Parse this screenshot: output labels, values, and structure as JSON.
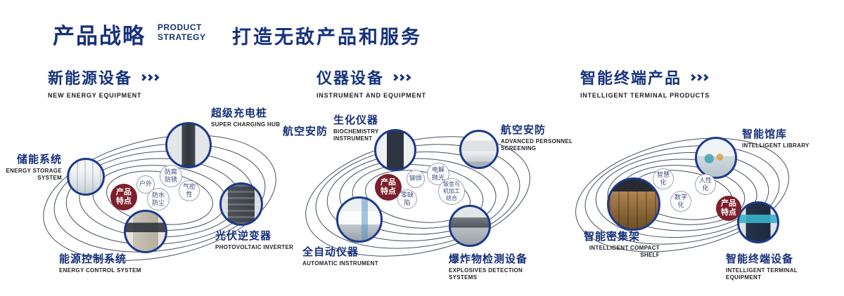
{
  "header": {
    "title": "产品战略",
    "subtitle_line1": "PRODUCT",
    "subtitle_line2": "STRATEGY",
    "tagline": "打造无敌产品和服务"
  },
  "colors": {
    "navy": "#17327c",
    "maroon": "#7d1f2c"
  },
  "sections": [
    {
      "title": "新能源设备",
      "subtitle": "NEW ENERGY EQUIPMENT",
      "badge": "产品特点",
      "features": [
        "户外",
        "防腐防锈",
        "气密性",
        "防水防尘"
      ],
      "nodes": [
        {
          "label": "储能系统",
          "sublabel": "ENERGY STORAGE SYSTEM"
        },
        {
          "label": "超级充电桩",
          "sublabel": "SUPER CHARGING HUB"
        },
        {
          "label": "光伏逆变器",
          "sublabel": "PHOTOVOLTAIC INVERTER"
        },
        {
          "label": "能源控制系统",
          "sublabel": "ENERGY CONTROL SYSTEM"
        }
      ]
    },
    {
      "title": "仪器设备",
      "subtitle": "INSTRUMENT AND EQUIPMENT",
      "badge": "产品特点",
      "extra_label": "航空安防",
      "features": [
        "铆焊",
        "电解抛光",
        "零缺陷",
        "钣金与机加工结合"
      ],
      "nodes": [
        {
          "label": "生化仪器",
          "sublabel": "BIOCHEMISTRY INSTRUMENT"
        },
        {
          "label": "航空安防",
          "sublabel": "ADVANCED PERSONNEL SCREENING"
        },
        {
          "label": "全自动仪器",
          "sublabel": "AUTOMATIC INSTRUMENT"
        },
        {
          "label": "爆炸物检测设备",
          "sublabel": "EXPLOSIVES DETECTION SYSTEMS"
        }
      ]
    },
    {
      "title": "智能终端产品",
      "subtitle": "INTELLIGENT TERMINAL PRODUCTS",
      "badge": "产品特点",
      "features": [
        "智慧化",
        "人性化",
        "数字化"
      ],
      "nodes": [
        {
          "label": "智能馆库",
          "sublabel": "INTELLIGENT LIBRARY"
        },
        {
          "label": "智能密集架",
          "sublabel": "INTELLIGENT COMPACT SHELF"
        },
        {
          "label": "智能终端设备",
          "sublabel": "INTELLIGENT TERMINAL EQUIPMENT"
        }
      ]
    }
  ]
}
